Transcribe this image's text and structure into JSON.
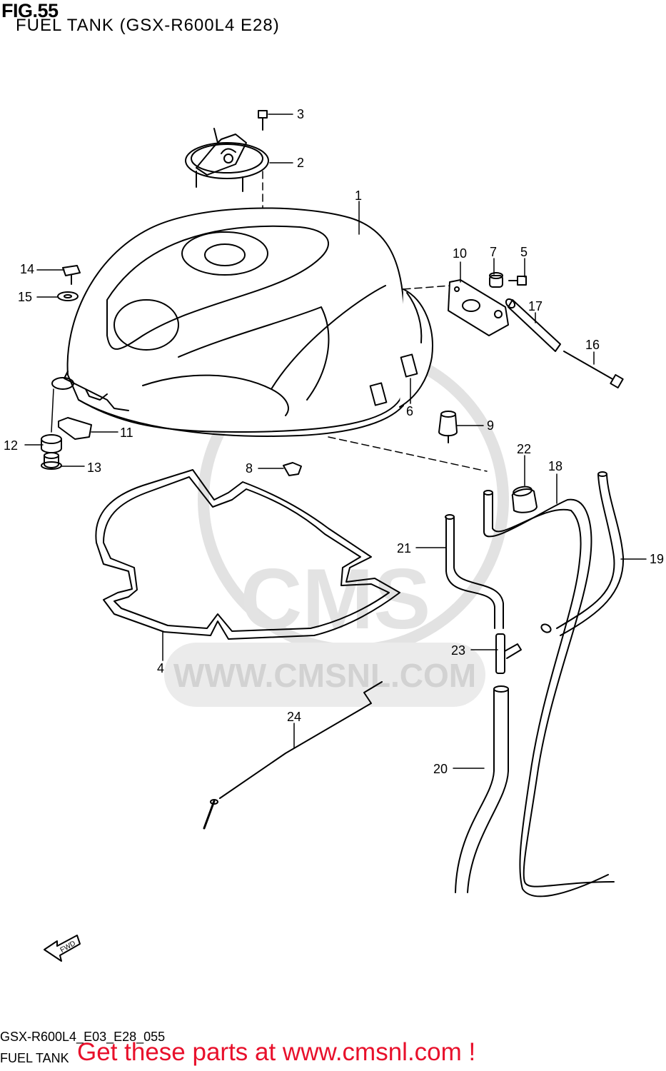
{
  "figure": {
    "number": "FIG.55",
    "title": "FUEL TANK (GSX-R600L4 E28)"
  },
  "callouts": {
    "p1": "1",
    "p2": "2",
    "p3": "3",
    "p4": "4",
    "p5": "5",
    "p6": "6",
    "p7": "7",
    "p8": "8",
    "p9": "9",
    "p10": "10",
    "p11": "11",
    "p12": "12",
    "p13": "13",
    "p14": "14",
    "p15": "15",
    "p16": "16",
    "p17": "17",
    "p18": "18",
    "p19": "19",
    "p20": "20",
    "p21": "21",
    "p22": "22",
    "p23": "23",
    "p24": "24"
  },
  "fwd_marker": "FWD",
  "watermark": {
    "brand": "CMS",
    "url": "WWW.CMSNL.COM"
  },
  "footer": {
    "code": "GSX-R600L4_E03_E28_055",
    "name": "FUEL TANK"
  },
  "promo": "Get these parts at www.cmsnl.com !",
  "colors": {
    "line": "#000000",
    "promo": "#e8102b",
    "watermark": "#d9d9d9"
  }
}
